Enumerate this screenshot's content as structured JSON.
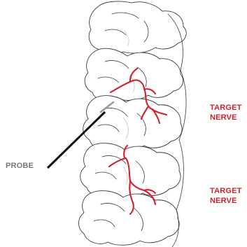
{
  "labels": {
    "probe": "PROBE",
    "target_upper": [
      "TARGET",
      "NERVE"
    ],
    "target_lower": [
      "TARGET",
      "NERVE"
    ]
  },
  "colors": {
    "label_gray": "#777777",
    "label_red": "#d0202e",
    "nerve_red": "#d0202e",
    "probe_black": "#111111",
    "probe_tip_gray": "#9a9a9a",
    "bone_outline": "#3b3b3b"
  },
  "icons": {
    "probe": "probe-needle-icon",
    "nerve": "nerve-branch-icon"
  }
}
